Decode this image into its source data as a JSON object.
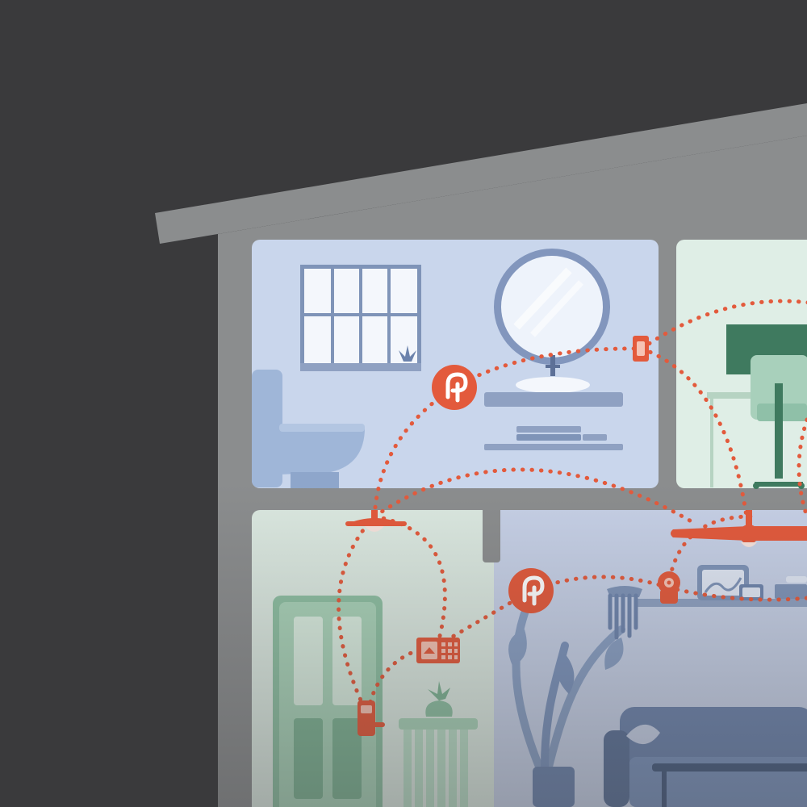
{
  "scene": {
    "subject": "smart-home-cutaway",
    "rooms": [
      {
        "name": "bathroom"
      },
      {
        "name": "office"
      },
      {
        "name": "entryway"
      },
      {
        "name": "living-room"
      }
    ],
    "devices": [
      {
        "name": "hub-icon"
      },
      {
        "name": "light-switch-icon"
      },
      {
        "name": "ceiling-light-icon"
      },
      {
        "name": "thermostat-icon"
      },
      {
        "name": "smart-lock-icon"
      },
      {
        "name": "camera-icon"
      },
      {
        "name": "ceiling-fan-icon"
      }
    ]
  },
  "colors": {
    "background": "#3a3a3c",
    "house": "#8b8d8e",
    "accent": "#e35a3c",
    "bathroom_wall": "#c9d6ec",
    "office_wall": "#dfeee6",
    "entry_wall": "#dbe8e0",
    "living_wall": "#c6d0e6"
  }
}
